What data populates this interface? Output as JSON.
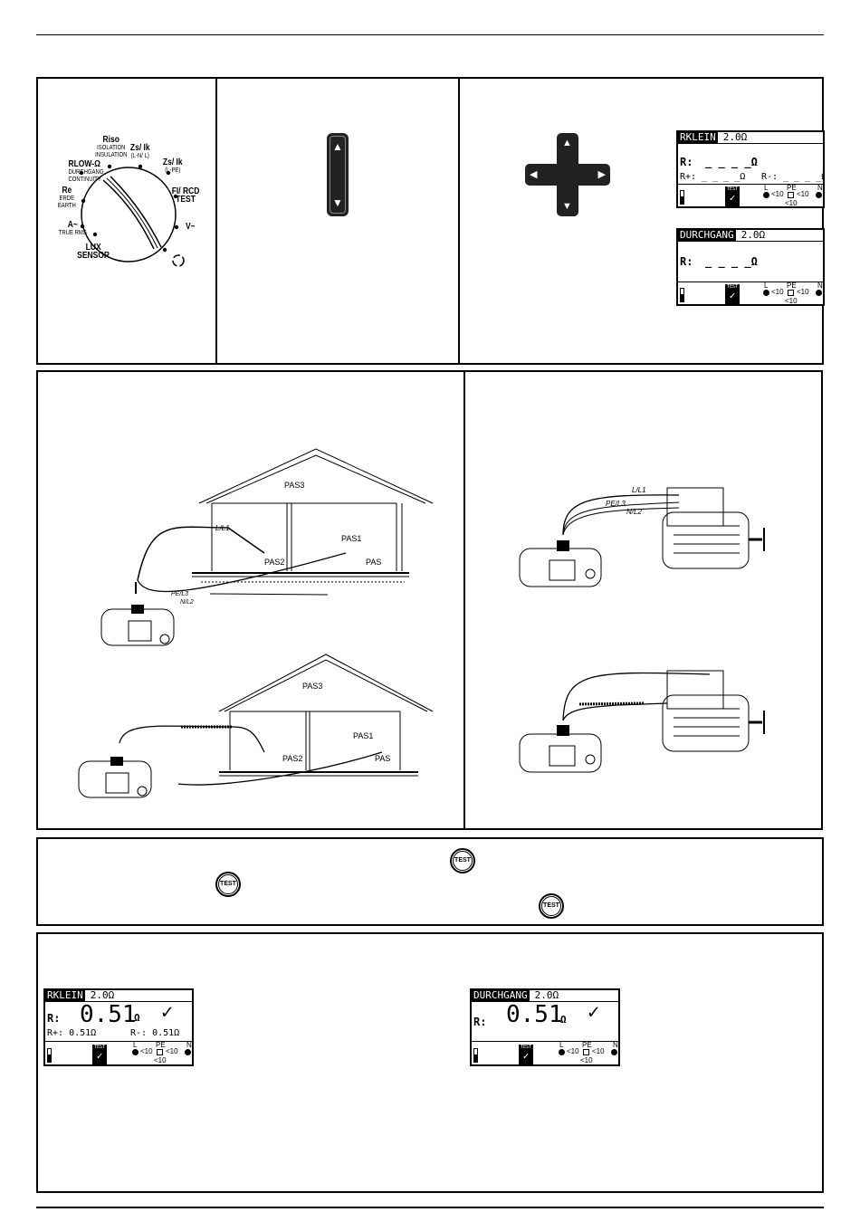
{
  "dial": {
    "riso": "Riso",
    "isolation": "ISOLATION",
    "insulation": "INSULATION",
    "zs_ln_a": "Zs/ Ik",
    "zs_ln_b": "(L-N/ L)",
    "zs_lpe_a": "Zs/ Ik",
    "zs_lpe_b": "(L-PE)",
    "rlow": "RLOW-Ω",
    "durchgang": "DURCHGANG",
    "continuity": "CONTINUITY",
    "re": "Re",
    "erde": "ERDE",
    "earth": "EARTH",
    "fi_rcd_a": "FI/ RCD",
    "fi_rcd_b": "TEST",
    "amp": "A~",
    "true_rms": "TRUE RMS",
    "volt": "V~",
    "lux_a": "LUX",
    "lux_b": "SENSOR"
  },
  "screens": {
    "rklein_top": {
      "title": "RKLEIN",
      "limit": "2.0Ω",
      "r_label": "R:",
      "r_value": "_ _ _ _Ω",
      "rplus": "R+: _ _ _ _Ω",
      "rminus": "R-: _ _ _ _Ω",
      "test": "TEST",
      "L": "L",
      "PE": "PE",
      "N": "N",
      "lt10a": "<10",
      "lt10b": "<10",
      "lt10c": "<10"
    },
    "durchgang_top": {
      "title": "DURCHGANG",
      "limit": "2.0Ω",
      "r_label": "R:",
      "r_value": "_ _ _ _Ω",
      "test": "TEST",
      "L": "L",
      "PE": "PE",
      "N": "N",
      "lt10a": "<10",
      "lt10b": "<10",
      "lt10c": "<10"
    },
    "rklein_result": {
      "title": "RKLEIN",
      "limit": "2.0Ω",
      "r_label": "R:",
      "r_big": "0.51",
      "r_unit": "Ω",
      "rplus": "R+: 0.51Ω",
      "rminus": "R-: 0.51Ω",
      "test": "TEST",
      "L": "L",
      "PE": "PE",
      "N": "N",
      "lt10a": "<10",
      "lt10b": "<10",
      "lt10c": "<10"
    },
    "durchgang_result": {
      "title": "DURCHGANG",
      "limit": "2.0Ω",
      "r_label": "R:",
      "r_big": "0.51",
      "r_unit": "Ω",
      "test": "TEST",
      "L": "L",
      "PE": "PE",
      "N": "N",
      "lt10a": "<10",
      "lt10b": "<10",
      "lt10c": "<10"
    }
  },
  "house": {
    "pas3": "PAS3",
    "pas2": "PAS2",
    "pas1": "PAS1",
    "pas": "PAS",
    "l_l1": "L/L1",
    "pe_l3": "PE/L3",
    "n_l2": "N/L2"
  },
  "motor": {
    "l_l1": "L/L1",
    "pe_l3": "PE/L3",
    "n_l2": "N/L2"
  },
  "test_key": "TEST"
}
